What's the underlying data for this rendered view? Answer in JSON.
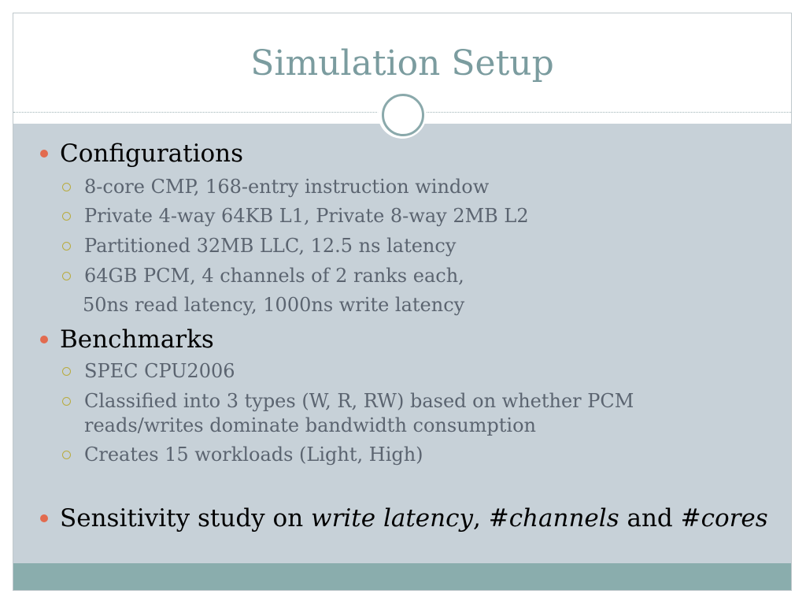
{
  "slide": {
    "title": "Simulation Setup",
    "sections": [
      {
        "heading": "Configurations",
        "items": [
          "8-core CMP, 168-entry instruction window",
          "Private 4-way 64KB L1, Private 8-way 2MB L2",
          "Partitioned 32MB LLC, 12.5 ns latency",
          "64GB PCM, 4 channels of 2 ranks each,"
        ],
        "continuation": "50ns read latency, 1000ns write latency"
      },
      {
        "heading": "Benchmarks",
        "items": [
          "SPEC CPU2006",
          "Classified into 3 types (W, R, RW) based on whether PCM reads/writes dominate bandwidth consumption",
          "Creates 15 workloads (Light, High)"
        ]
      }
    ],
    "final_bullet": {
      "prefix": "Sensitivity study on ",
      "em1": "write latency",
      "sep1": ", ",
      "em2": "#channels",
      "sep2": " and ",
      "em3": "#cores"
    }
  },
  "colors": {
    "title": "#7b9c9f",
    "body_bg": "#c7d1d8",
    "footer": "#8aadad",
    "bullet_l1": "#e26b4f",
    "bullet_l2": "#b9ab3e"
  }
}
